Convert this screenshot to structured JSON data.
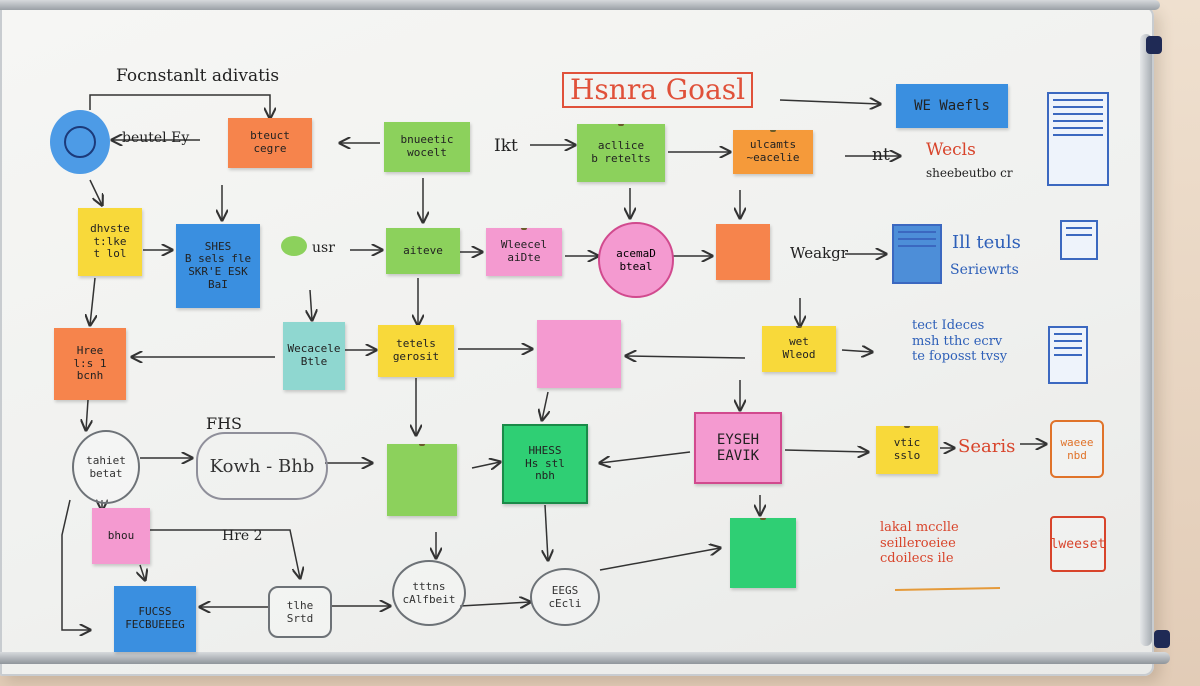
{
  "board": {
    "title": "Hsnra Goasl",
    "top_label": "Focnstanlt adivatis"
  },
  "notes": {
    "n1": "bteuct\ncegre",
    "n2": "bnueetic\nwocelt",
    "n3": "acllice\nb retelts",
    "n4": "ulcamts\n~eacelie",
    "n5": "dhvste\nt:lke\nt lol",
    "n6": "SHES\nB sels fle\nSKR'E ESK\nBaI",
    "n7": "aiteve",
    "n8": "Wleecel\naiDte",
    "n9": "",
    "n10": "acemaD\nbteal",
    "n11": "Hree\nl:s 1\nbcnh",
    "n12": "Wecacele\nBtle",
    "n13": "",
    "n14": "tetels\ngerosit",
    "n15": "wet\nWleod",
    "n16": "",
    "n17": "HHESS\nHs stl\nnbh",
    "n18": "EYSEH\nEAVIK",
    "n19": "vtic\nsslo",
    "n20": "",
    "n21": "bhou",
    "n22": "FUCSS\nFECBUEEEG",
    "n23": "WE Waefls",
    "n24": "waeee\nnbd"
  },
  "ovals": {
    "o1": "tahiet\nbetat",
    "o2": "tlhe\nSrtd",
    "o3": "tttns\ncAlfbeit",
    "o4": "EEGS\ncEcli"
  },
  "cloud": "Kowh - Bhb",
  "cloud_top": "FHS",
  "scripts": {
    "s1": "beutel Ey",
    "s2": "Ikt",
    "s3": "nt",
    "s4": "Wecls",
    "s5": "sheebeutbo cr",
    "s6": "usr",
    "s7": "Weakgr",
    "s8": "Ill teuls",
    "s9": "Seriewrts",
    "s10": "tect Ideces\nmsh tthc ecrv\nte foposst tvsy",
    "s11": "Searis",
    "s12": "Hre 2",
    "s13": "lakal mcclle\nseilleroeiee\ncdoilecs ile",
    "s14": "lweeset"
  },
  "colors": {
    "marker_red": "#e0513a",
    "marker_blue": "#2d5fb8",
    "note_orange": "#f6844c",
    "note_green": "#8cd15c",
    "note_yellow": "#f8d93a",
    "note_blue": "#3a8fe0",
    "note_pink": "#f49ad0"
  }
}
